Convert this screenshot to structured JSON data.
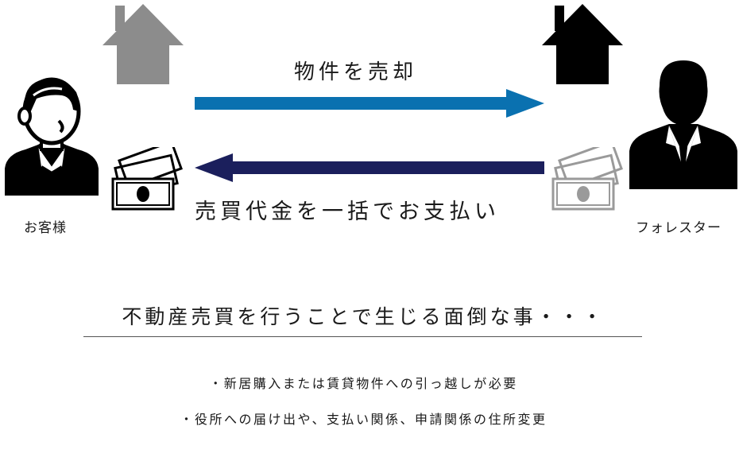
{
  "diagram": {
    "customer_label": "お客様",
    "forester_label": "フォレスター",
    "top_arrow_label": "物件を売却",
    "bottom_arrow_label": "売買代金を一括でお支払い",
    "colors": {
      "top_arrow": "#0a71b0",
      "bottom_arrow": "#1b1f5c",
      "customer_house": "#8c8c8c",
      "forester_house": "#000000",
      "customer_money": "#000000",
      "forester_money": "#9a9a9a"
    },
    "icons": {
      "customer_house": "house-icon",
      "forester_house": "house-icon",
      "customer": "elderly-man-icon",
      "forester": "businessman-icon",
      "customer_money": "banknotes-icon",
      "forester_money": "banknotes-icon"
    }
  },
  "section": {
    "headline": "不動産売買を行うことで生じる面倒な事・・・",
    "bullets": [
      "・新居購入または賃貸物件への引っ越しが必要",
      "・役所への届け出や、支払い関係、申請関係の住所変更"
    ]
  }
}
